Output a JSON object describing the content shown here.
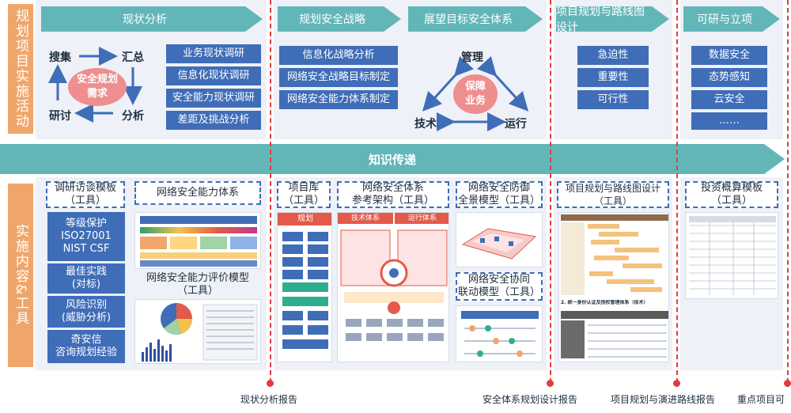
{
  "top_side_label": "规划项目实施活动",
  "bottom_side_label": "实施内容&工具",
  "phases": [
    {
      "title": "现状分析"
    },
    {
      "title": "规划安全战略"
    },
    {
      "title": "展望目标安全体系"
    },
    {
      "title": "项目规划与路线图设计"
    },
    {
      "title": "可研与立项"
    }
  ],
  "cycle_left": {
    "center": "安全规划\n需求",
    "words": [
      "搜集",
      "汇总",
      "分析",
      "研讨"
    ]
  },
  "status_items": [
    "业务现状调研",
    "信息化现状调研",
    "安全能力现状调研",
    "差距及挑战分析"
  ],
  "strategy_items": [
    "信息化战略分析",
    "网络安全战略目标制定",
    "网络安全能力体系制定"
  ],
  "cycle_right": {
    "center": "保障\n业务",
    "words": [
      "管理",
      "技术",
      "运行"
    ]
  },
  "roadmap_items": [
    "急迫性",
    "重要性",
    "可行性"
  ],
  "project_items": [
    "数据安全",
    "态势感知",
    "云安全",
    "……"
  ],
  "knowledge_band": "知识传递",
  "tools": {
    "survey_template": "调研访谈模板\n（工具）",
    "capability_system": "网络安全能力体系",
    "standards": "等级保护\nISO27001\nNIST CSF",
    "best_practice": "最佳实践\n(对标)",
    "risk": "风险识别\n(威胁分析)",
    "qianxin": "奇安信\n咨询规划经验",
    "capability_eval": "网络安全能力评价模型\n（工具）",
    "project_lib": "项目库\n（工具）",
    "ref_arch": "网络安全体系\n参考架构（工具）",
    "defense_model": "网络安全防御\n全景模型（工具）",
    "collab_model": "网络安全协同\n联动模型（工具）",
    "roadmap_tool": "项目规划与路线图设计\n（工具）",
    "invest_template": "投资概算模板\n（工具）"
  },
  "thumb_text": {
    "planning": "规划",
    "tech_system": "技术体系",
    "ops_system": "运行体系",
    "section_title": "2. 统一身份认证及授权管理体系（技术）"
  },
  "milestones": [
    "现状分析报告",
    "安全体系规划设计报告",
    "项目规划与演进路线报告",
    "重点项目可"
  ],
  "colors": {
    "orange": "#f0a66a",
    "teal": "#63b6b8",
    "blue": "#3f6db8",
    "pink": "#ee8e8e",
    "red": "#e33b3b",
    "panel": "#eef1f7"
  }
}
